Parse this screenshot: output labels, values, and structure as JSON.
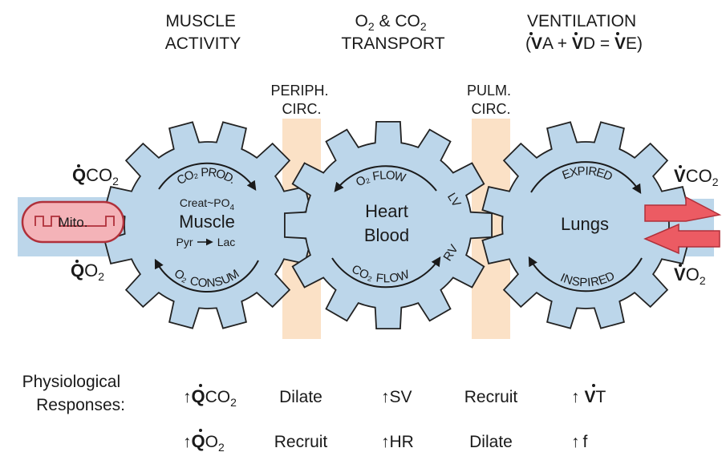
{
  "headers": {
    "muscle_activity": [
      "MUSCLE",
      "ACTIVITY"
    ],
    "transport": {
      "l1_a": "O",
      "l1_sub1": "2",
      "l1_b": " & CO",
      "l1_sub2": "2",
      "l2": "TRANSPORT"
    },
    "ventilation": {
      "l1": "VENTILATION",
      "l2_open": "(",
      "v1": "V",
      "a": "A",
      "plus": " + ",
      "v2": "V",
      "d": "D",
      "eq": " = ",
      "v3": "V",
      "e": "E",
      "close": ")"
    }
  },
  "circulation": {
    "peripheral": [
      "PERIPH.",
      "CIRC."
    ],
    "pulmonary": [
      "PULM.",
      "CIRC."
    ]
  },
  "left_labels": {
    "qco2": {
      "q": "Q",
      "text": "CO",
      "sub": "2"
    },
    "qo2": {
      "q": "Q",
      "text": "O",
      "sub": "2"
    },
    "mito": "Mito."
  },
  "muscle_gear": {
    "arc_top": "CO₂ PROD.",
    "arc_bottom": "O₂ CONSUM",
    "line1": "Creat~PO",
    "line1_sub": "4",
    "line2": "Muscle",
    "line3_a": "Pyr",
    "line3_b": "Lac"
  },
  "heart_gear": {
    "arc_top": "O₂ FLOW",
    "arc_bottom": "CO₂ FLOW",
    "lv": "LV",
    "rv": "RV",
    "line1": "Heart",
    "line2": "Blood"
  },
  "lungs_gear": {
    "arc_top": "EXPIRED",
    "arc_bottom": "INSPIRED",
    "center": "Lungs"
  },
  "right_labels": {
    "vco2": {
      "v": "V",
      "text": "CO",
      "sub": "2"
    },
    "vo2": {
      "v": "V",
      "text": "O",
      "sub": "2"
    }
  },
  "responses": {
    "title": [
      "Physiological",
      "Responses:"
    ],
    "row1": {
      "qco2": {
        "q": "Q",
        "text": "CO",
        "sub": "2"
      },
      "dilate": "Dilate",
      "sv": "SV",
      "recruit": "Recruit",
      "vt": {
        "v": "V",
        "t": "T"
      }
    },
    "row2": {
      "qo2": {
        "q": "Q",
        "text": "O",
        "sub": "2"
      },
      "recruit": "Recruit",
      "hr": "HR",
      "dilate": "Dilate",
      "f": "f"
    },
    "up_arrow": "↑"
  },
  "colors": {
    "gear_fill": "#bcd6ea",
    "gear_stroke": "#222222",
    "band_fill": "#fbe1c6",
    "mito_fill": "#f4b3b8",
    "mito_stroke": "#b0303a",
    "arrow_fill": "#ec5b63",
    "arrow_stroke": "#b0303a"
  }
}
